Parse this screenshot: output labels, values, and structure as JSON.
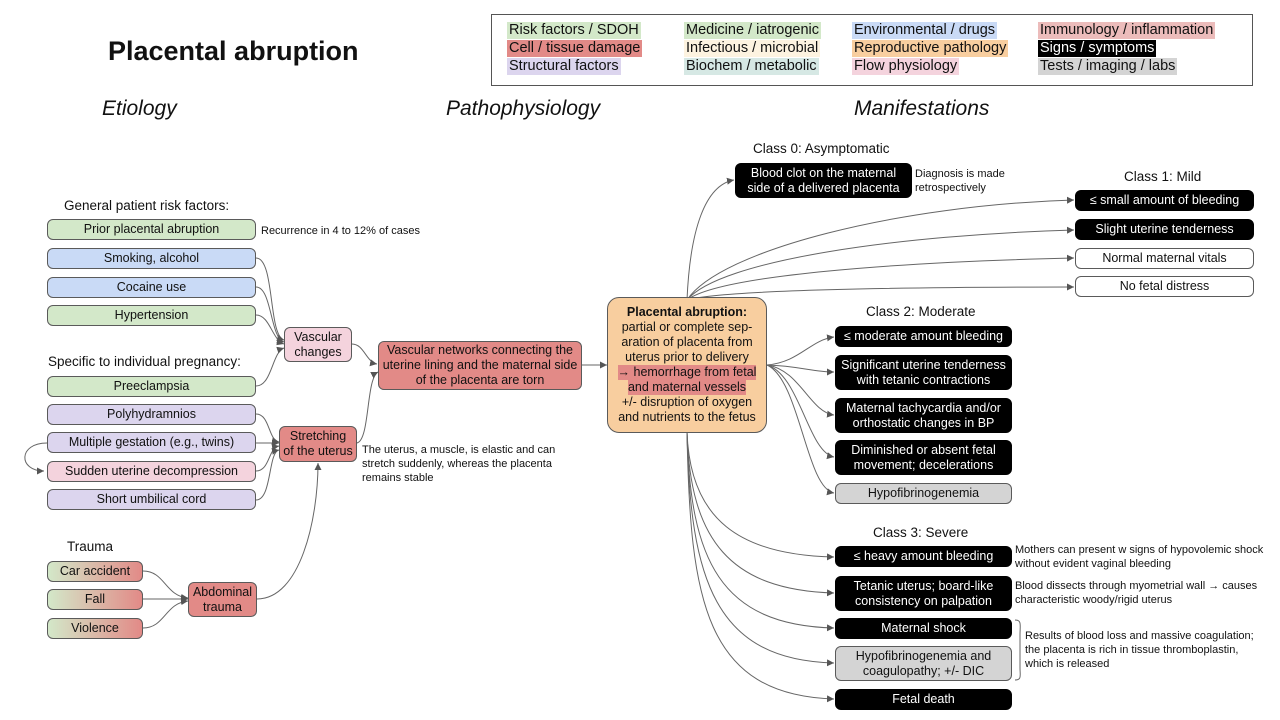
{
  "title": "Placental abruption",
  "sections": {
    "etiology": "Etiology",
    "pathophysiology": "Pathophysiology",
    "manifestations": "Manifestations"
  },
  "legend": {
    "risk": "Risk factors / SDOH",
    "cell": "Cell / tissue damage",
    "structural": "Structural factors",
    "medicine": "Medicine / iatrogenic",
    "infectious": "Infectious / microbial",
    "biochem": "Biochem / metabolic",
    "environmental": "Environmental / drugs",
    "reproductive": "Reproductive pathology",
    "flow": "Flow physiology",
    "immunology": "Immunology / inflammation",
    "signs": "Signs / symptoms",
    "tests": "Tests / imaging / labs"
  },
  "colors": {
    "green": "#d3e8c9",
    "blue": "#c9daf6",
    "purple": "#dcd5ee",
    "pink": "#f4d3dd",
    "red": "#e28a87",
    "orange": "#f8ce9f",
    "grey": "#d4d4d4",
    "black": "#000000"
  },
  "etiology": {
    "general_label": "General patient risk factors:",
    "prior": "Prior placental abruption",
    "prior_note": "Recurrence in 4 to 12% of cases",
    "smoking": "Smoking, alcohol",
    "cocaine": "Cocaine use",
    "hypertension": "Hypertension",
    "specific_label": "Specific to individual pregnancy:",
    "preeclampsia": "Preeclampsia",
    "polyhydramnios": "Polyhydramnios",
    "multiple": "Multiple gestation (e.g., twins)",
    "sudden": "Sudden uterine decompression",
    "short_cord": "Short umbilical cord",
    "trauma_label": "Trauma",
    "car": "Car accident",
    "fall": "Fall",
    "violence": "Violence"
  },
  "patho": {
    "vascular_changes": "Vascular changes",
    "stretching": "Stretching of the uterus",
    "stretching_note": "The uterus, a muscle, is elastic and can stretch suddenly, whereas the placenta remains stable",
    "abdominal_trauma": "Abdominal trauma",
    "networks_torn": "Vascular networks connecting the uterine lining and the maternal side of the placenta are torn",
    "central_title": "Placental abruption:",
    "central_line1": "partial or complete sep-aration of placenta from uterus prior to delivery",
    "central_hl1": "→ hemorrhage from fetal",
    "central_hl2": "and maternal vessels",
    "central_line2": "+/- disruption of oxygen and nutrients to the fetus"
  },
  "manifest": {
    "class0_label": "Class 0: Asymptomatic",
    "blood_clot": "Blood clot on the maternal side of a delivered placenta",
    "diagnosis_note": "Diagnosis is made retrospectively",
    "class1_label": "Class 1: Mild",
    "small_bleeding": "≤ small amount of bleeding",
    "slight_tenderness": "Slight uterine tenderness",
    "normal_vitals": "Normal maternal vitals",
    "no_fetal_distress": "No fetal distress",
    "class2_label": "Class 2: Moderate",
    "moderate_bleeding": "≤ moderate amount bleeding",
    "significant_tenderness": "Significant uterine tenderness with tetanic contractions",
    "tachycardia": "Maternal tachycardia and/or orthostatic changes in BP",
    "diminished_movement": "Diminished or absent fetal movement; decelerations",
    "hypofib": "Hypofibrinogenemia",
    "class3_label": "Class 3: Severe",
    "heavy_bleeding": "≤ heavy amount bleeding",
    "heavy_note": "Mothers can present w signs of hypovolemic shock without evident vaginal bleeding",
    "tetanic_uterus": "Tetanic uterus; board-like consistency on palpation",
    "tetanic_note": "Blood dissects through myometrial wall → causes characteristic woody/rigid uterus",
    "maternal_shock": "Maternal shock",
    "coagulopathy": "Hypofibrinogenemia and coagulopathy; +/- DIC",
    "shock_note": "Results of blood loss and massive coagulation; the placenta is rich in tissue thromboplastin, which is released",
    "fetal_death": "Fetal death"
  }
}
